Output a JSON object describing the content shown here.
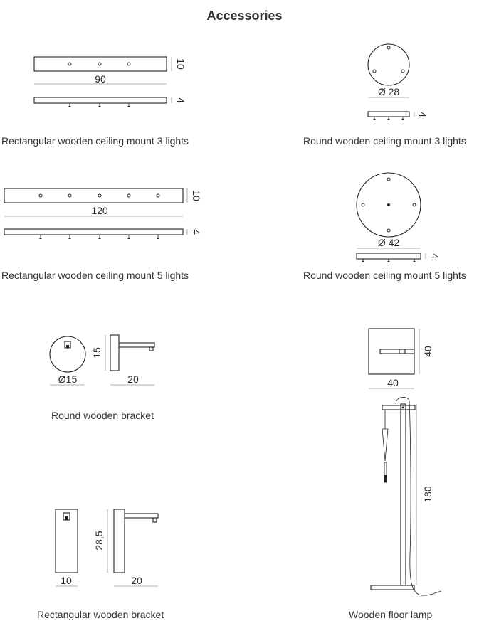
{
  "title": "Accessories",
  "items": [
    {
      "caption": "Rectangular wooden ceiling mount 3 lights",
      "dims": [
        "90",
        "10",
        "4"
      ]
    },
    {
      "caption": "Round wooden ceiling mount 3 lights",
      "dims": [
        "Ø 28",
        "4"
      ]
    },
    {
      "caption": "Rectangular wooden ceiling mount 5 lights",
      "dims": [
        "120",
        "10",
        "4"
      ]
    },
    {
      "caption": "Round wooden ceiling mount 5 lights",
      "dims": [
        "Ø 42",
        "4"
      ]
    },
    {
      "caption": "Round wooden bracket",
      "dims": [
        "Ø15",
        "15",
        "20"
      ]
    },
    {
      "caption": "Wooden floor lamp",
      "dims": [
        "40",
        "40",
        "180"
      ]
    },
    {
      "caption": "Rectangular wooden bracket",
      "dims": [
        "10",
        "28,5",
        "20"
      ]
    }
  ]
}
